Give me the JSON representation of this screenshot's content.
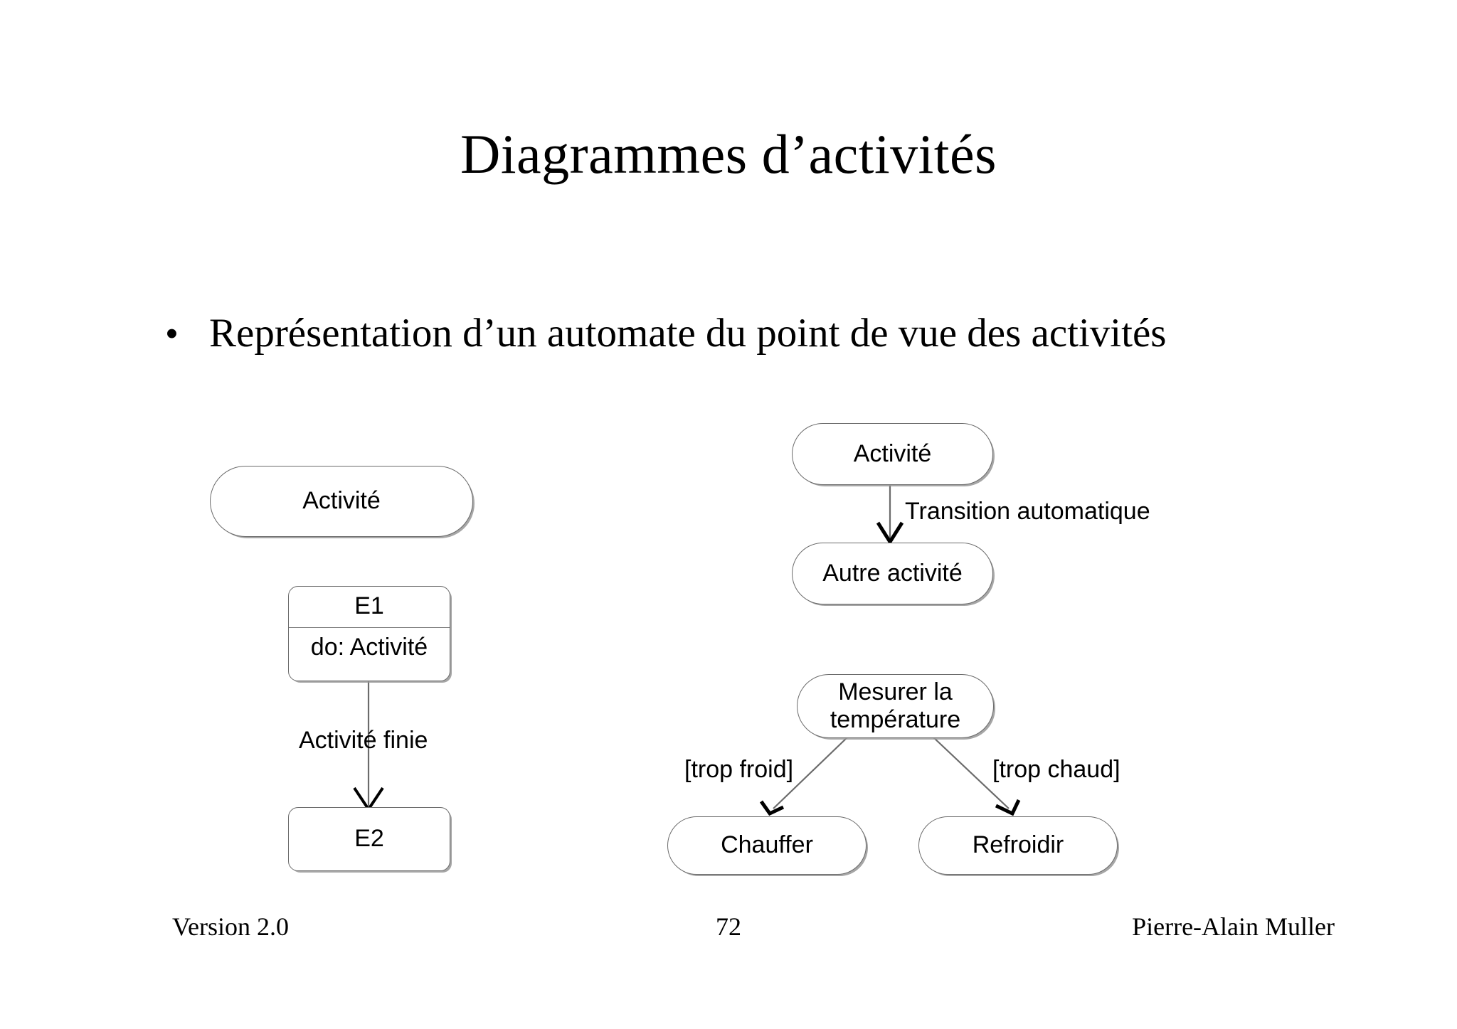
{
  "slide": {
    "title": "Diagrammes d’activités",
    "bullet_marker": "•",
    "bullet_text": "Représentation d’un automate du point de vue des activités",
    "background_color": "#ffffff",
    "text_color": "#000000",
    "node_border_color": "#6b6b6b",
    "shadow_color": "#969696"
  },
  "left_diagram": {
    "activity_node": "Activité",
    "state_e1": {
      "name": "E1",
      "body": "do: Activité"
    },
    "transition_label": "Activité finie",
    "state_e2": {
      "name": "E2"
    }
  },
  "right_diagram_top": {
    "source_node": "Activité",
    "transition_label": "Transition automatique",
    "target_node": "Autre activité"
  },
  "right_diagram_bottom": {
    "decision_node_line1": "Mesurer la",
    "decision_node_line2": "température",
    "guard_left": "[trop froid]",
    "guard_right": "[trop chaud]",
    "target_left": "Chauffer",
    "target_right": "Refroidir"
  },
  "footer": {
    "version": "Version 2.0",
    "page_number": "72",
    "author": "Pierre-Alain Muller"
  }
}
